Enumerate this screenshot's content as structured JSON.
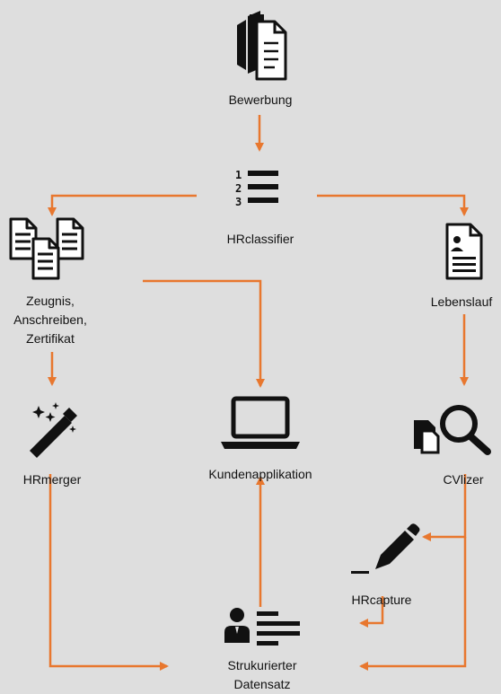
{
  "colors": {
    "background": "#dedede",
    "arrow": "#e8772e",
    "icon": "#111111"
  },
  "nodes": {
    "bewerbung": {
      "label": "Bewerbung",
      "icon": "documents-stack-icon"
    },
    "hrclassifier": {
      "label": "HRclassifier",
      "icon": "numbered-list-icon"
    },
    "zeugnis": {
      "lines": [
        "Zeugnis,",
        "Anschreiben,",
        "Zertifikat"
      ],
      "icon": "multiple-documents-icon"
    },
    "lebenslauf": {
      "label": "Lebenslauf",
      "icon": "resume-document-icon"
    },
    "hrmerger": {
      "label": "HRmerger",
      "icon": "magic-wand-icon"
    },
    "kundenapplikation": {
      "label": "Kundenapplikation",
      "icon": "laptop-icon"
    },
    "cvlizer": {
      "label": "CVlizer",
      "icon": "document-search-icon"
    },
    "hrcapture": {
      "label": "HRcapture",
      "icon": "pen-signature-icon"
    },
    "datensatz": {
      "lines": [
        "Strukurierter",
        "Datensatz"
      ],
      "icon": "person-record-icon"
    }
  }
}
